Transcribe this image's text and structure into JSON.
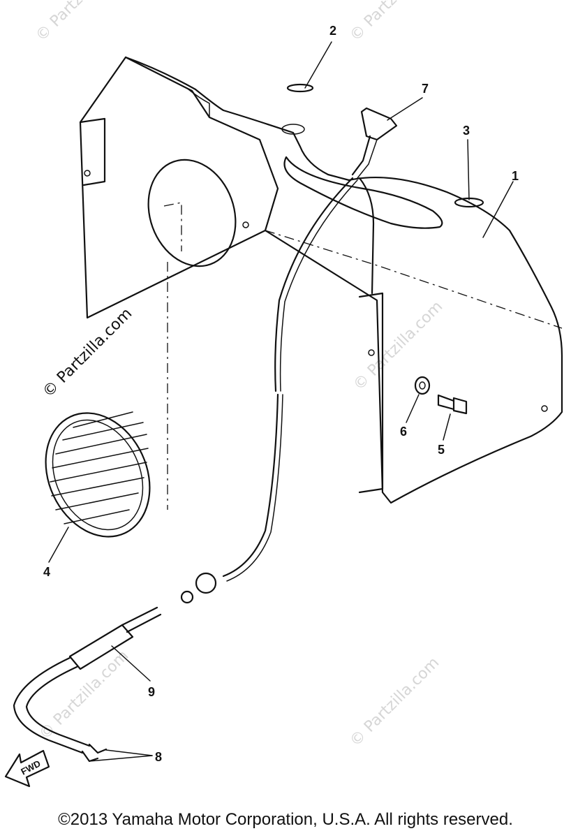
{
  "watermarks": {
    "main": "© Partzilla.com",
    "faint": "© Partzilla.com"
  },
  "callouts": {
    "c1": "1",
    "c2": "2",
    "c3": "3",
    "c4": "4",
    "c5": "5",
    "c6": "6",
    "c7": "7",
    "c8": "8",
    "c9": "9"
  },
  "fwd_label": "FWD",
  "copyright": "©2013 Yamaha Motor Corporation, U.S.A. All rights reserved."
}
